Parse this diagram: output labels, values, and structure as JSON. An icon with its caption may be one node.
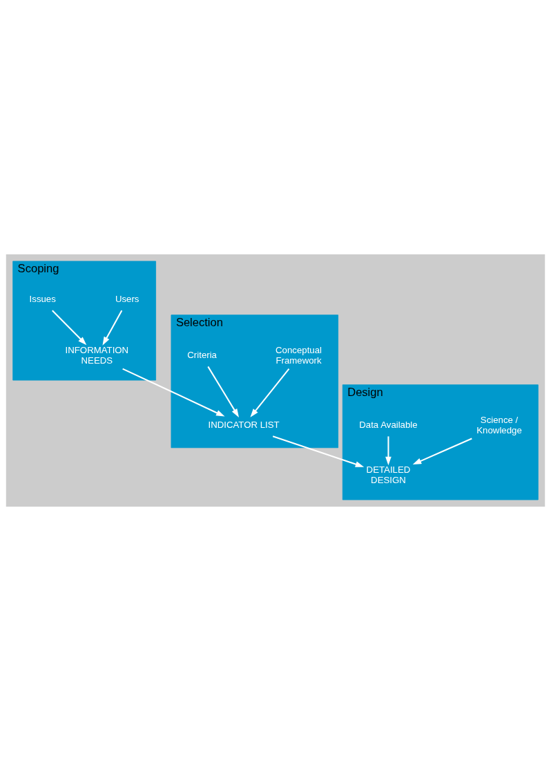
{
  "diagram": {
    "nodes": [
      {
        "text": [
          "Scoping"
        ]
      },
      {
        "text": [
          "Users"
        ],
        "in": 0
      },
      {
        "text": [
          "Issues"
        ],
        "in": 0
      },
      {
        "text": [
          "INFORMATION NEEDS"
        ],
        "in": 0
      },
      {
        "text": [
          "Selection"
        ]
      },
      {
        "text": [
          "Conceptual Framework"
        ],
        "in": 4
      },
      {
        "text": [
          "Criteria"
        ],
        "in": 4
      },
      {
        "text": [
          "INDICATOR LIST"
        ],
        "in": 4
      },
      {
        "text": [
          "Design"
        ]
      },
      {
        "text": [
          "Science / Knowledge"
        ],
        "in": 8
      },
      {
        "text": [
          "Data Available"
        ],
        "in": 8
      },
      {
        "text": [
          "DETAILED DESIGN"
        ],
        "in": 8
      }
    ],
    "edges": [
      {
        "from": 1,
        "to": 3,
        "arrow": "to"
      },
      {
        "from": 2,
        "to": 3,
        "arrow": "to"
      },
      {
        "from": 3,
        "to": 7,
        "arrow": "to"
      },
      {
        "from": 5,
        "to": 7,
        "arrow": "to"
      },
      {
        "from": 6,
        "to": 7,
        "arrow": "to"
      },
      {
        "from": 7,
        "to": 11,
        "arrow": "to"
      },
      {
        "from": 9,
        "to": 11,
        "arrow": "to"
      },
      {
        "from": 10,
        "to": 11,
        "arrow": "to"
      }
    ]
  }
}
